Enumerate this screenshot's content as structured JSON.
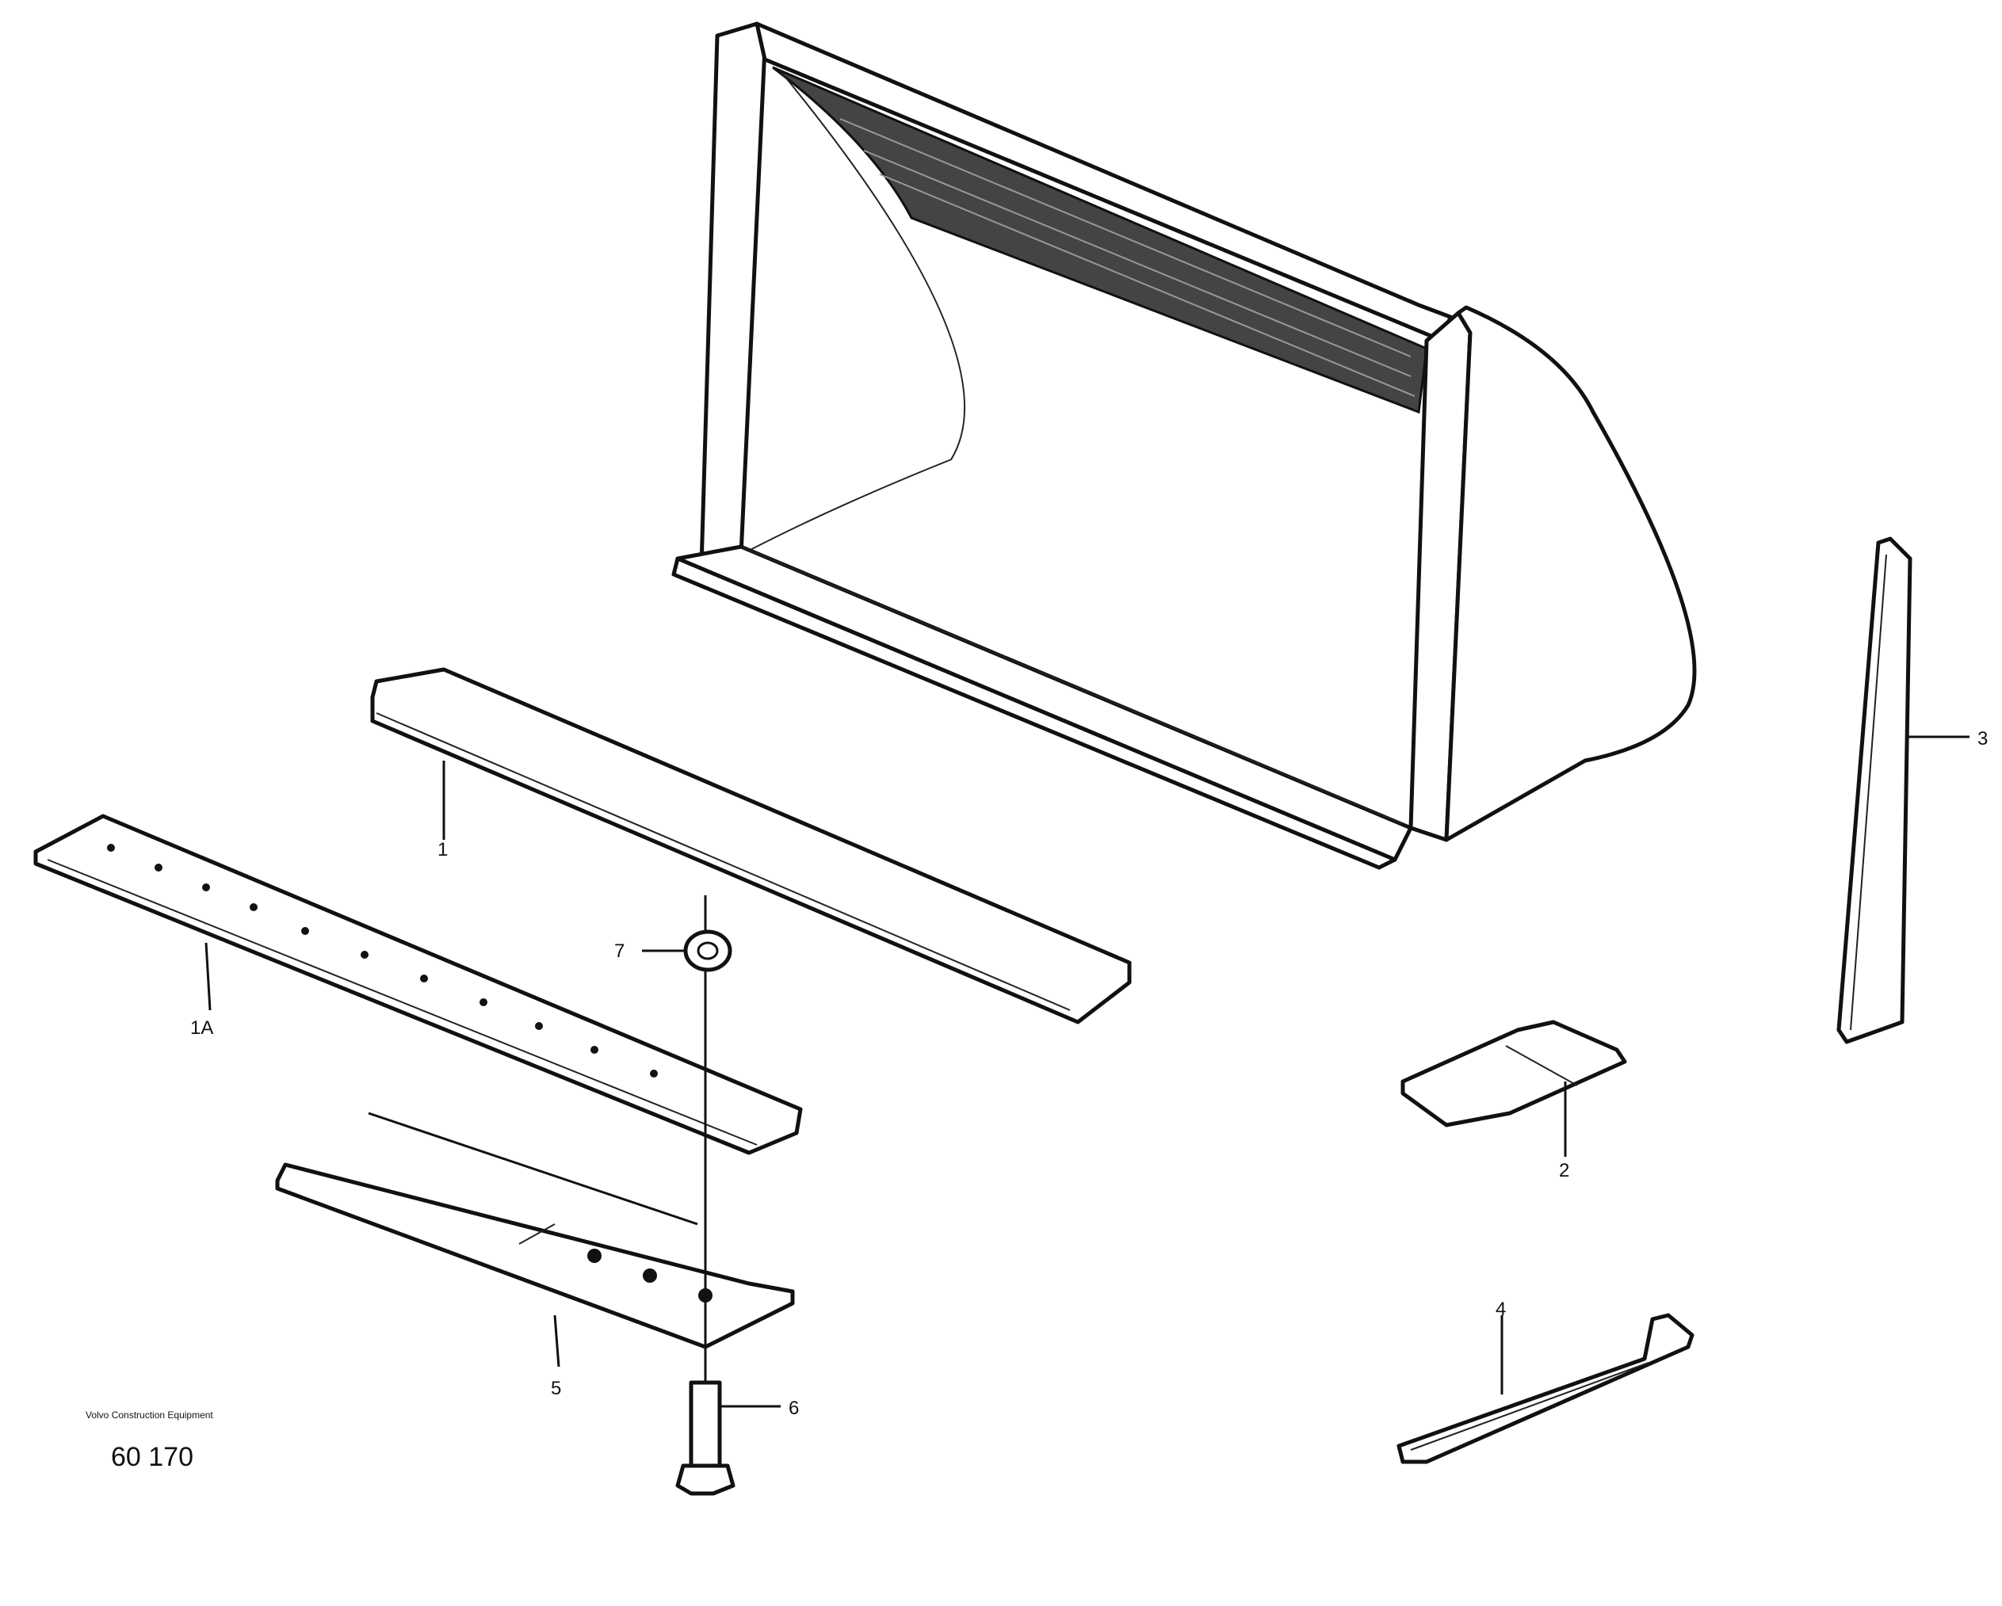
{
  "callouts": {
    "cutting_edge": "1",
    "cutting_edge_alt": "1A",
    "side_wear_plate": "2",
    "side_cutter": "3",
    "wear_strip": "4",
    "bolt_on_edge": "5",
    "bolt": "6",
    "nut": "7"
  },
  "caption": {
    "source": "Volvo Construction Equipment",
    "code": "60 170"
  },
  "colors": {
    "line": "#111111",
    "background": "#ffffff"
  }
}
